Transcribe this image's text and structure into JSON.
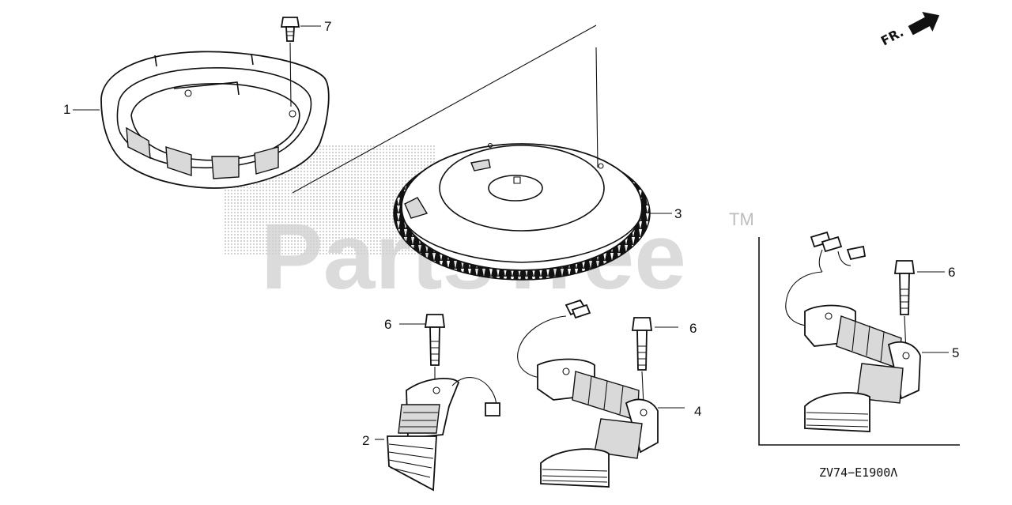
{
  "diagram": {
    "watermark": "PartsTree",
    "watermark_mark": "TM",
    "direction_label": "FR.",
    "diagram_code": "ZV74−E1900Λ",
    "callouts": {
      "p1": "1",
      "p2": "2",
      "p3": "3",
      "p4": "4",
      "p5": "5",
      "p6a": "6",
      "p6b": "6",
      "p6c": "6",
      "p7": "7"
    }
  }
}
